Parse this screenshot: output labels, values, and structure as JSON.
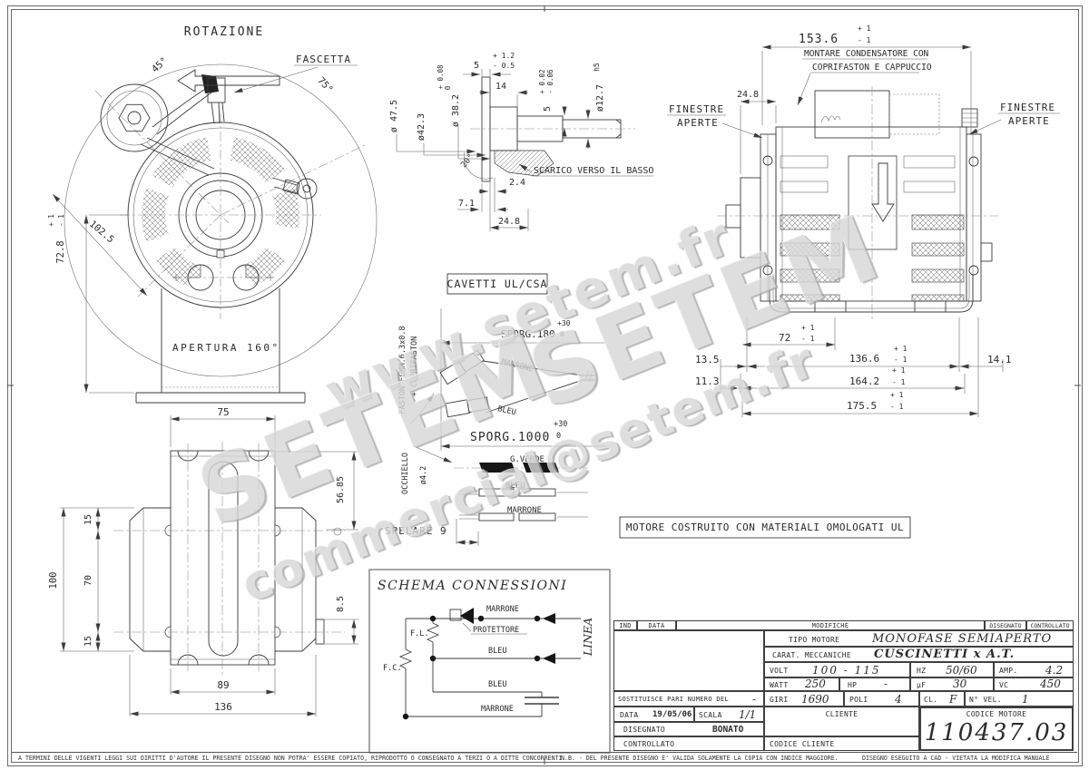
{
  "watermark": {
    "www": "www.setem.fr",
    "setem_a": "SETEM",
    "setem_b": "SETEM",
    "email": "commercial@setem.fr"
  },
  "tol": {
    "p1": "+ 1",
    "m1": "- 1",
    "p12": "+ 1.2",
    "m05": "- 0.5",
    "p008": "+ 0.08",
    "z": "0",
    "p002": "+ 0.02",
    "m006": "- 0.06",
    "p30": "+30"
  },
  "front_view": {
    "rotazione": "ROTAZIONE",
    "fascetta": "FASCETTA",
    "angle45": "45°",
    "angle75": "75°",
    "dim1025": "102.5",
    "dim728": "72.8",
    "apertura": "APERTURA 160°"
  },
  "shaft_detail": {
    "dim5": "5",
    "dim14": "14",
    "dia475": "ø 47.5",
    "dia423": "ø42.3",
    "dia382": "ø 38.2",
    "dim5b": "5",
    "dia127": "ø12.7",
    "h5": "h5",
    "angle20": "20°",
    "scarico": "SCARICO VERSO IL BASSO",
    "dim24": "2.4",
    "dim71": "7.1",
    "dim248": "24.8"
  },
  "side_view": {
    "dim1536": "153.6",
    "montare1": "MONTARE CONDENSATORE CON",
    "montare2": "COPRIFASTON E CAPPUCCIO",
    "dim248": "24.8",
    "finestre": "FINESTRE",
    "aperte": "APERTE",
    "dim72": "72",
    "dim135": "13.5",
    "dim1366": "136.6",
    "dim141": "14.1",
    "dim113": "11.3",
    "dim1642": "164.2",
    "dim1755": "175.5"
  },
  "cables": {
    "title": "CAVETTI UL/CSA",
    "sporg180": "SPORG.180",
    "faston": "FASTON FEMM.6.3x0.8",
    "coprifaston": "+ COPRIFASTON",
    "marrone": "MARRONE",
    "bleu": "BLEU",
    "sporg1000": "SPORG.1000",
    "occhiello": "OCCHIELLO",
    "dia42": "ø4.2",
    "gverde": "G.VERDE",
    "spelare": "SPELARE 9"
  },
  "ul_note": {
    "text": "MOTORE COSTRUITO CON MATERIALI OMOLOGATI UL"
  },
  "bottom_view": {
    "dim75": "75",
    "dim5685": "56.85",
    "dim15a": "15",
    "dim100": "100",
    "dim70": "70",
    "dim15b": "15",
    "dim85": "8.5",
    "dim89": "89",
    "dim136": "136"
  },
  "schema": {
    "title": "SCHEMA CONNESSIONI",
    "marrone_top": "MARRONE",
    "protettore": "PROTETTORE",
    "fl": "F.L.",
    "fc": "F.C.",
    "bleu_mid": "BLEU",
    "bleu_low": "BLEU",
    "marrone_low": "MARRONE",
    "linea": "LINEA"
  },
  "title_block": {
    "ind": "IND",
    "data_h": "DATA",
    "modifiche": "MODIFICHE",
    "disegnato_h": "DISEGNATO",
    "controllato_h": "CONTROLLATO",
    "tipo_label": "TIPO MOTORE",
    "tipo_value": "MONOFASE SEMIAPERTO",
    "carat_label": "CARAT. MECCANICHE",
    "carat_value": "CUSCINETTI x A.T.",
    "volt_label": "VOLT",
    "volt_value": "100 - 115",
    "hz_label": "HZ",
    "hz_value": "50/60",
    "amp_label": "AMP.",
    "amp_value": "4.2",
    "watt_label": "WATT",
    "watt_value": "250",
    "hp_label": "HP",
    "hp_value": "-",
    "uf_label": "µF",
    "uf_value": "30",
    "vc_label": "VC",
    "vc_value": "450",
    "sost_label": "SOSTITUISCE PARI NUMERO DEL",
    "sost_value": "-",
    "giri_label": "GIRI",
    "giri_value": "1690",
    "poli_label": "POLI",
    "poli_value": "4",
    "cl_label": "CL.",
    "cl_value": "F",
    "nvel_label": "N° VEL.",
    "nvel_value": "1",
    "data_label": "DATA",
    "data_value": "19/05/06",
    "scala_label": "SCALA",
    "scala_value": "1/1",
    "cliente_label": "CLIENTE",
    "codcli_label": "CODICE CLIENTE",
    "disegnato_label": "DISEGNATO",
    "disegnato_value": "BONATO",
    "controllato_label": "CONTROLLATO",
    "codmot_label": "CODICE MOTORE",
    "codmot_value": "110437.03"
  },
  "legal": {
    "left": "A TERMINI DELLE VIGENTI LEGGI SUI DIRITTI D'AUTORE IL PRESENTE DISEGNO NON POTRA' ESSERE COPIATO, RIPRODOTTO O CONSEGNATO A TERZI O A DITTE CONCORRENTI.",
    "nb": "N.B. - DEL PRESENTE DISEGNO E' VALIDA SOLAMENTE LA COPIA CON INDICE MAGGIORE.",
    "cad": "DISEGNO ESEGUITO A CAD - VIETATA LA MODIFICA MANUALE"
  }
}
